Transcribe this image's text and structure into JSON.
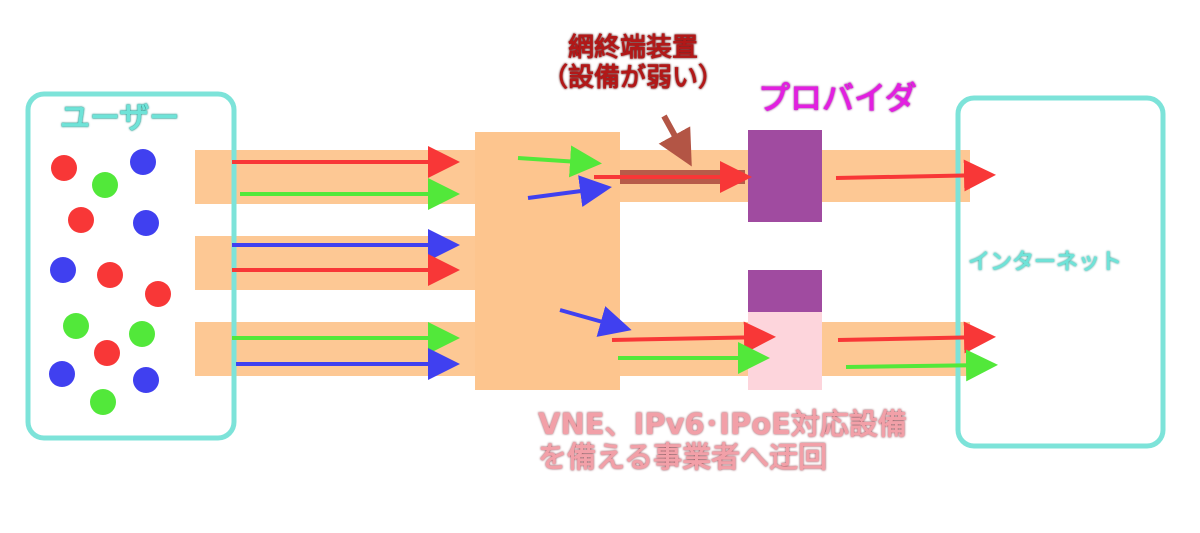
{
  "labels": {
    "users": "ユーザー",
    "internet": "インターネット",
    "ont_line1": "網終端装置",
    "ont_line2": "（設備が弱い）",
    "provider": "プロバイダ",
    "vne_line1": "VNE、IPv6･IPoE対応設備",
    "vne_line2": "を備える事業者へ迂回"
  },
  "colors": {
    "box_border": "#7de3d9",
    "pipe": "#fdc58e",
    "provider": "#a04ba0",
    "vne": "#fdd5dc",
    "ont_bar": "#b35545",
    "red": "#f83737",
    "green": "#52e83a",
    "blue": "#4040f0"
  },
  "user_dots": [
    "red",
    "blue",
    "green",
    "red",
    "blue",
    "blue",
    "red",
    "red",
    "green",
    "green",
    "red",
    "blue",
    "blue",
    "green"
  ]
}
